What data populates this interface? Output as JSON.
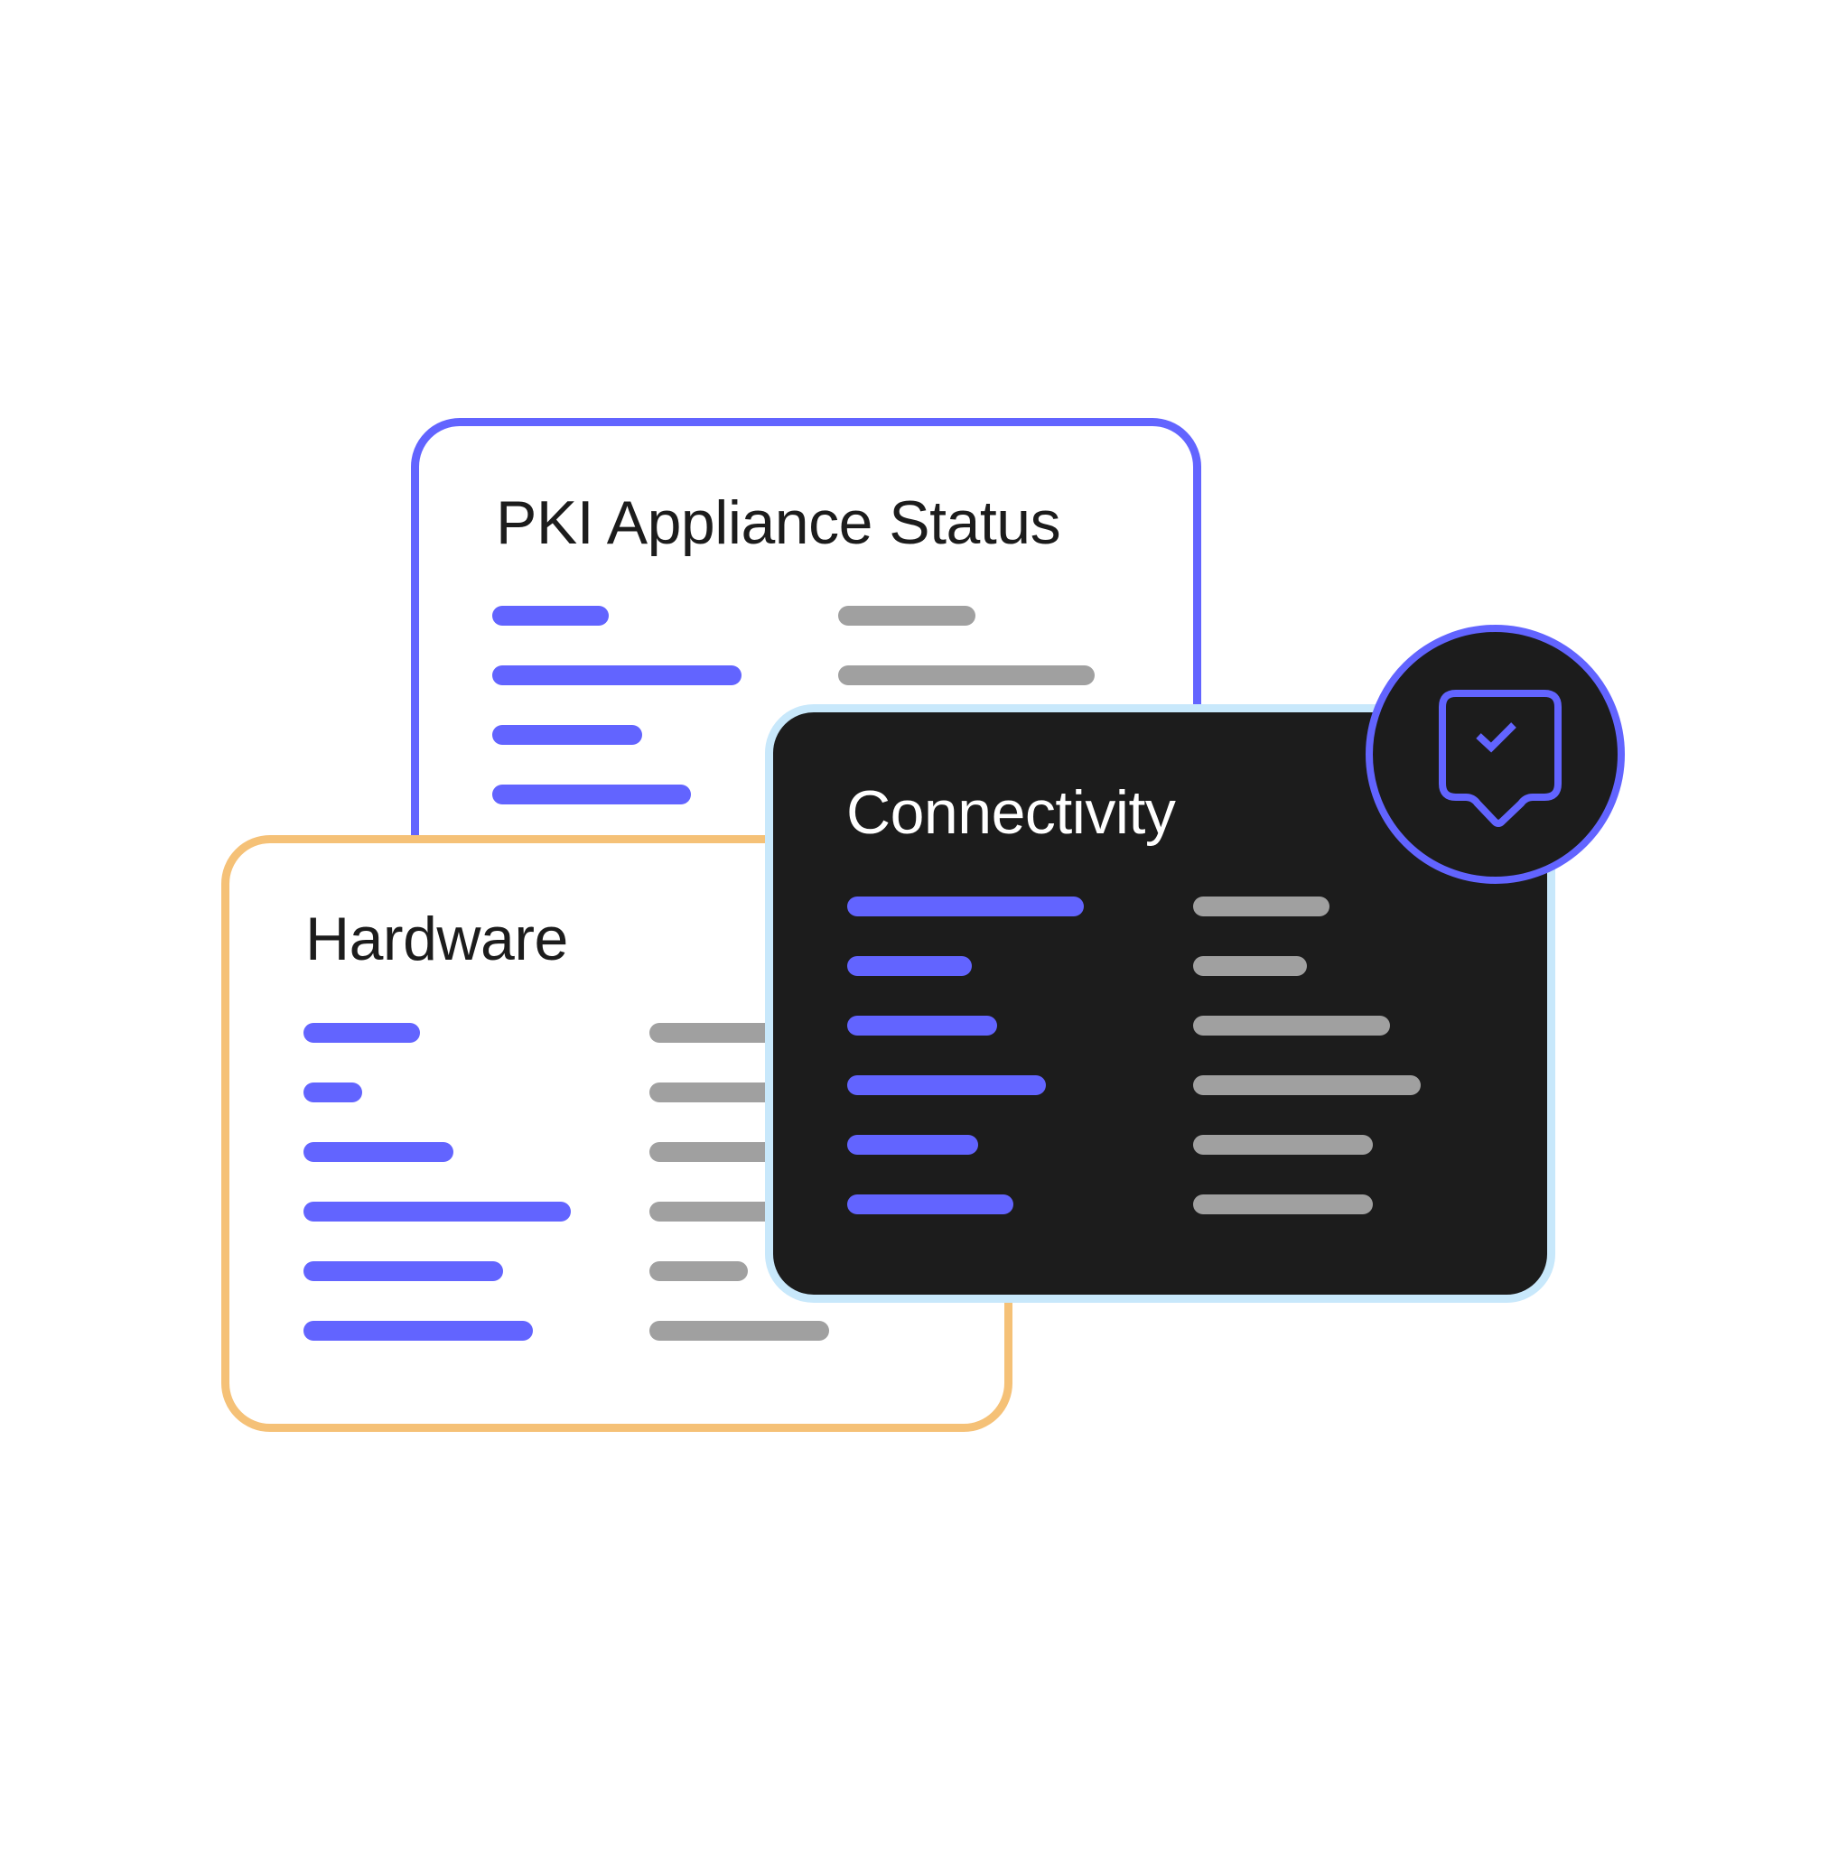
{
  "colors": {
    "accent": "#6264FF",
    "hardware_border": "#F5C177",
    "connectivity_border": "#C8E8FB",
    "dark_fill": "#1C1C1C",
    "placeholder_gray": "#A0A0A0"
  },
  "cards": {
    "pki": {
      "title": "PKI Appliance Status",
      "rows": [
        {
          "label_width": 129,
          "value_width": 152
        },
        {
          "label_width": 276,
          "value_width": 284
        },
        {
          "label_width": 166,
          "value_width": null
        },
        {
          "label_width": 220,
          "value_width": null
        }
      ]
    },
    "hardware": {
      "title": "Hardware",
      "rows": [
        {
          "label_width": 129,
          "value_width": 160
        },
        {
          "label_width": 65,
          "value_width": 160
        },
        {
          "label_width": 166,
          "value_width": 160
        },
        {
          "label_width": 296,
          "value_width": 160
        },
        {
          "label_width": 221,
          "value_width": 109
        },
        {
          "label_width": 254,
          "value_width": 199
        }
      ]
    },
    "connectivity": {
      "title": "Connectivity",
      "rows": [
        {
          "label_width": 262,
          "value_width": 151
        },
        {
          "label_width": 138,
          "value_width": 126
        },
        {
          "label_width": 166,
          "value_width": 218
        },
        {
          "label_width": 220,
          "value_width": 252
        },
        {
          "label_width": 145,
          "value_width": 199
        },
        {
          "label_width": 184,
          "value_width": 199
        }
      ]
    }
  },
  "badge": {
    "icon": "message-check-icon"
  }
}
